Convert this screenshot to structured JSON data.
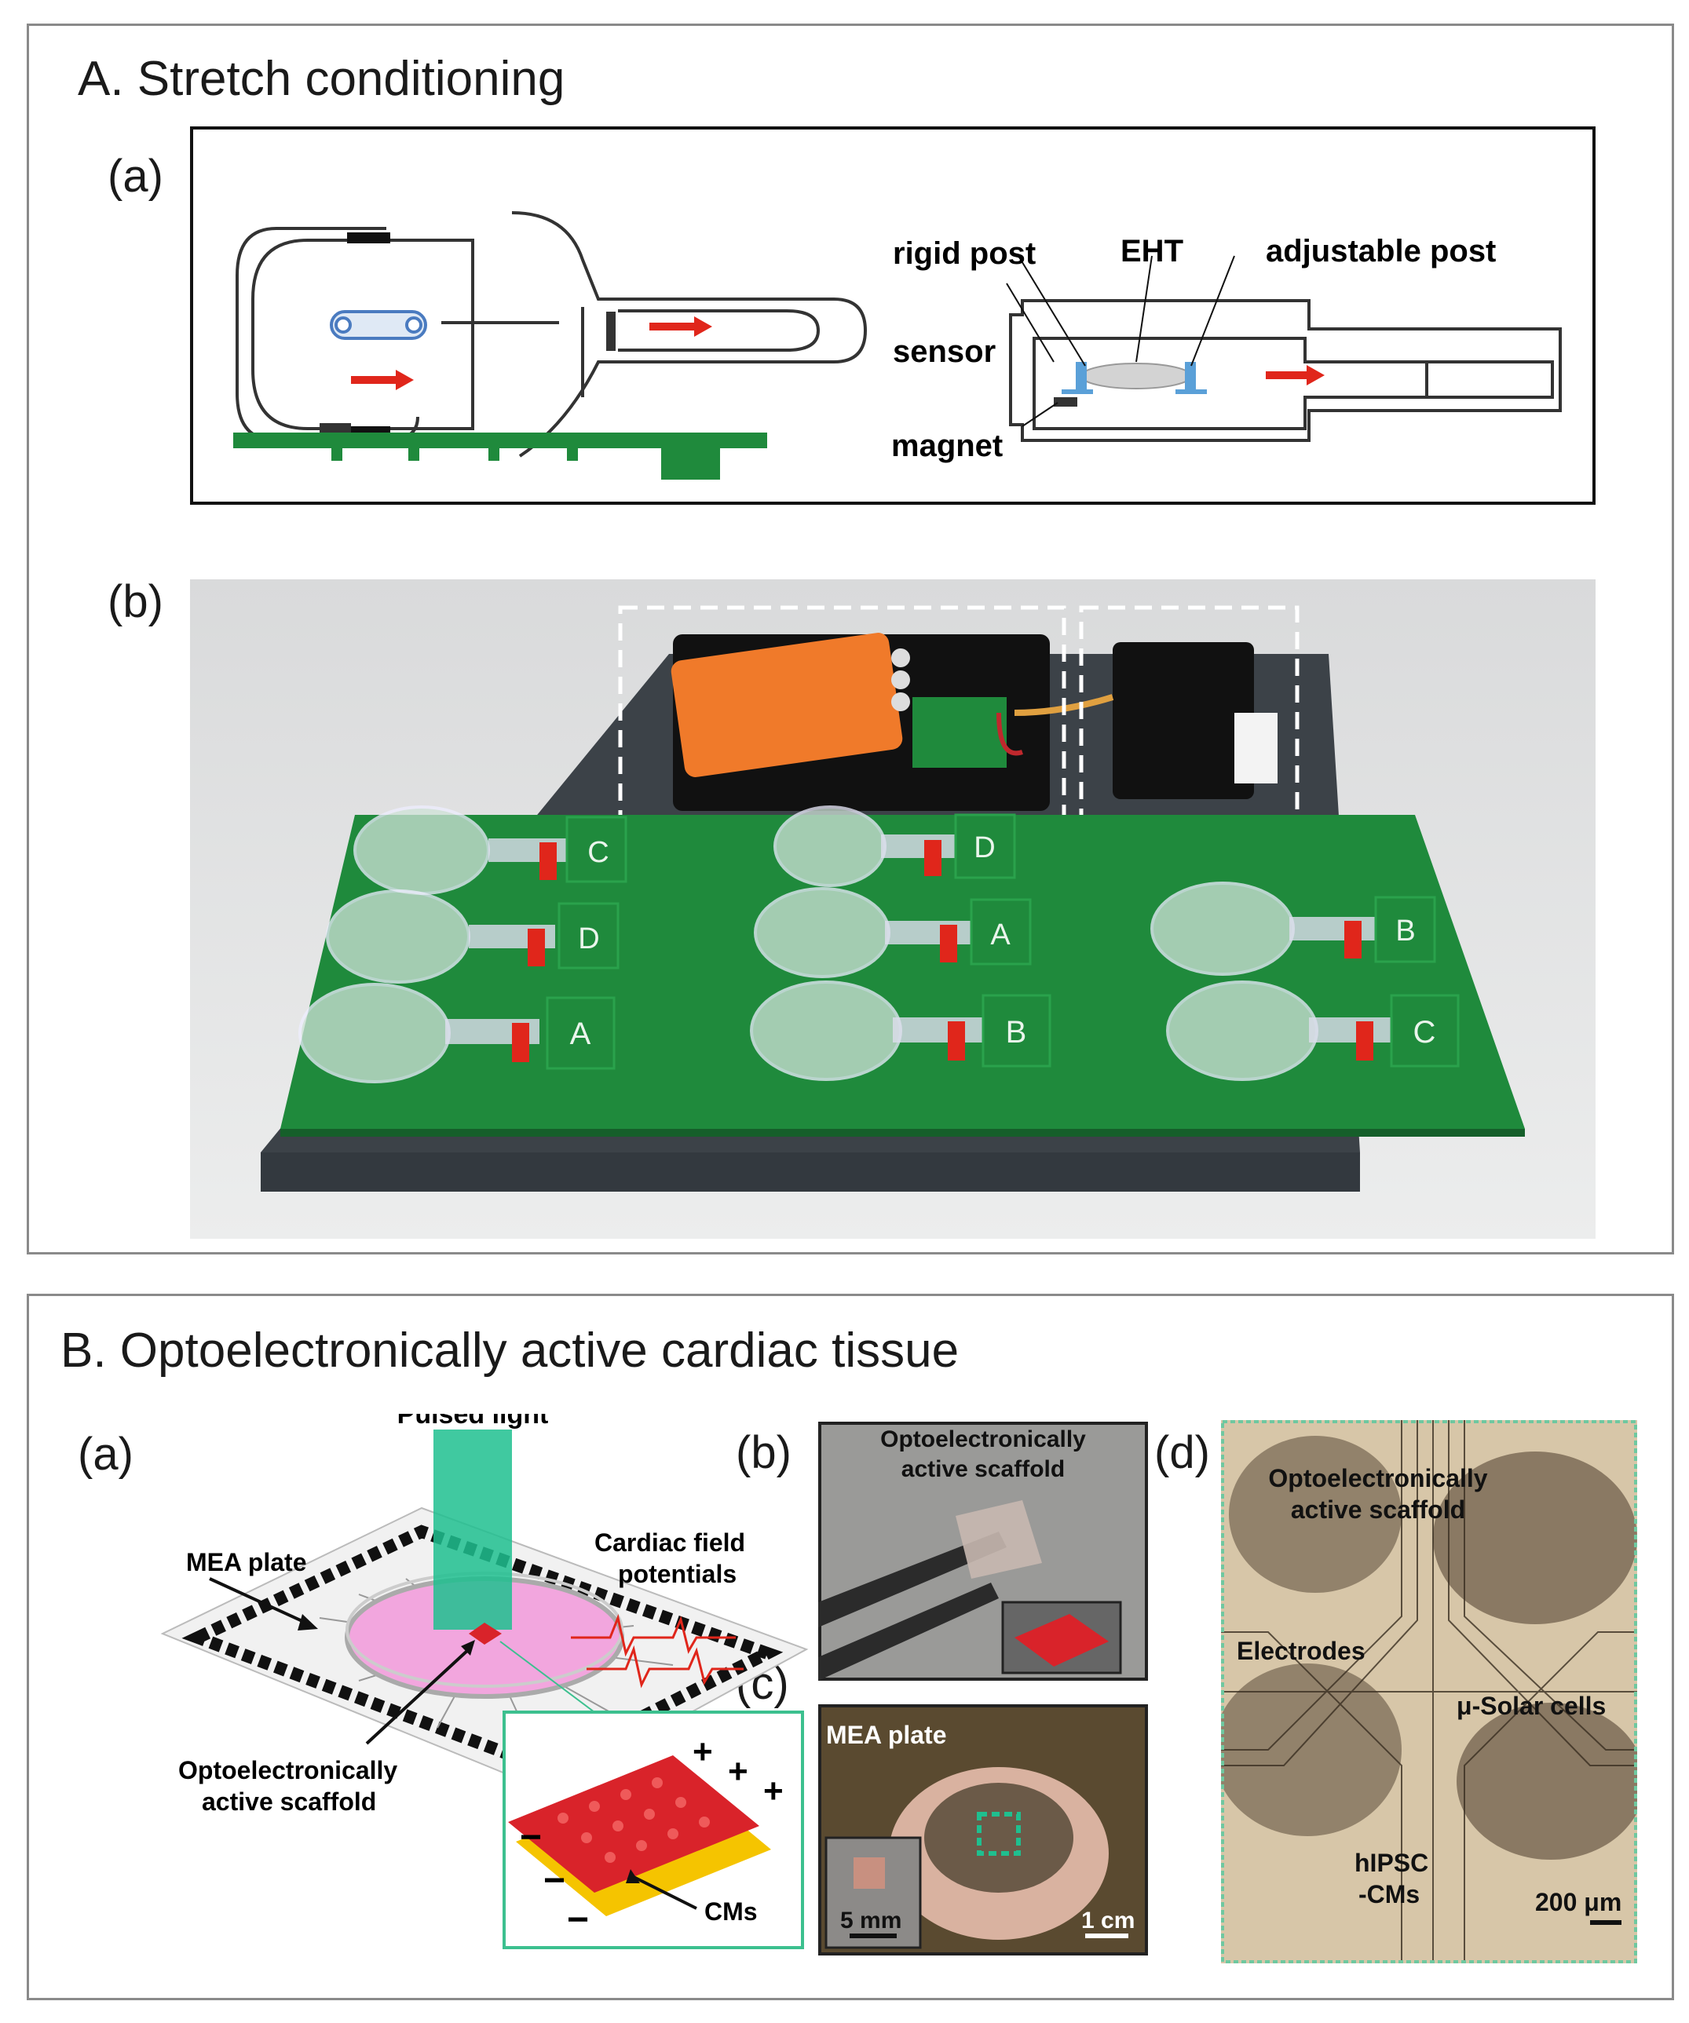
{
  "panel_a": {
    "title": "A. Stretch conditioning",
    "sub_a": "(a)",
    "sub_b": "(b)",
    "schematic_labels": {
      "rigid_post": "rigid post",
      "eht": "EHT",
      "adjustable_post": "adjustable post",
      "sensor": "sensor",
      "magnet": "magnet"
    },
    "board_letters": [
      "C",
      "D",
      "D",
      "A",
      "B",
      "A",
      "B",
      "C"
    ]
  },
  "panel_b": {
    "title": "B. Optoelectronically active cardiac tissue",
    "sub_a": "(a)",
    "sub_b": "(b)",
    "sub_c": "(c)",
    "sub_d": "(d)",
    "diagram_labels": {
      "pulsed_light": "Pulsed light",
      "mea_plate": "MEA plate",
      "cardiac_field_1": "Cardiac field",
      "cardiac_field_2": "potentials",
      "scaffold_1": "Optoelectronically",
      "scaffold_2": "active scaffold",
      "cms": "CMs",
      "plus": "+",
      "minus": "−"
    },
    "photo_b_labels": {
      "line1": "Optoelectronically",
      "line2": "active scaffold"
    },
    "photo_c_labels": {
      "mea_plate": "MEA plate",
      "scale_inset": "5 mm",
      "scale_main": "1 cm"
    },
    "photo_d_labels": {
      "line1": "Optoelectronically",
      "line2": "active scaffold",
      "electrodes": "Electrodes",
      "solar": "μ-Solar cells",
      "hipsc_1": "hIPSC",
      "hipsc_2": "-CMs",
      "scale": "200 μm"
    }
  },
  "colors": {
    "pcb_green": "#1f8a3c",
    "arrow_red": "#e0261b",
    "orange_board": "#f07a2a",
    "light_beam": "#1fbf8f",
    "scaffold_red": "#d9232a",
    "dish_pink": "#f2a6de"
  }
}
